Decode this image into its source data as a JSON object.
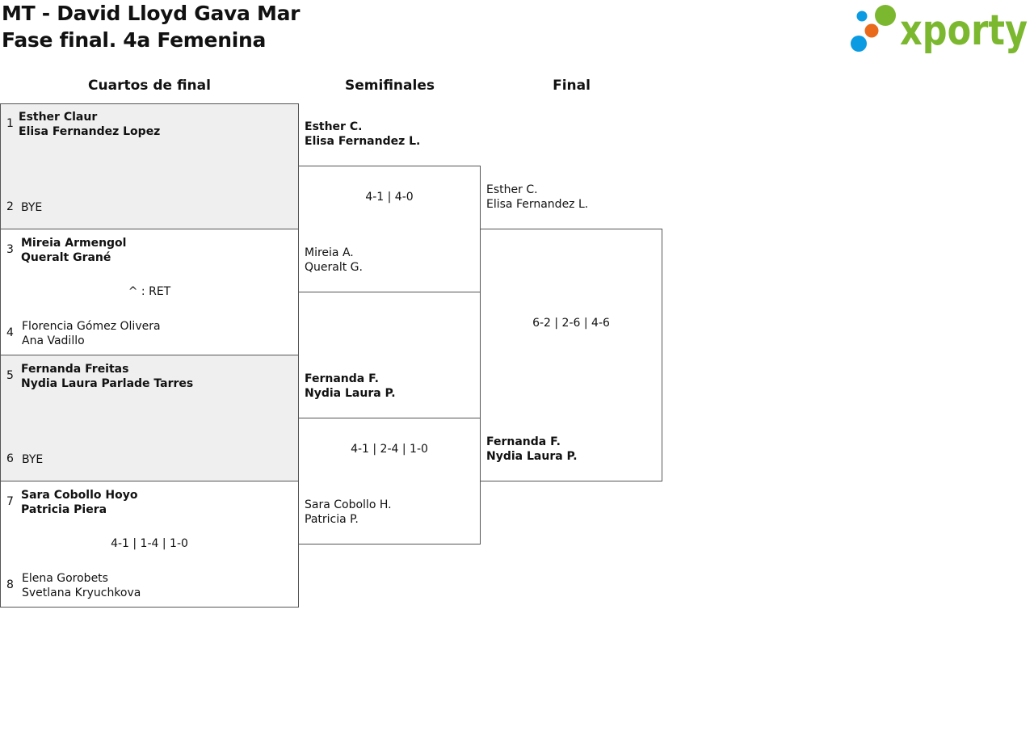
{
  "header": {
    "title_line1": "MT - David Lloyd Gava Mar",
    "title_line2": "Fase final. 4a Femenina",
    "logo_text": "xporty"
  },
  "colors": {
    "logo_green": "#7cb82f",
    "logo_blue": "#0b9be3",
    "logo_orange": "#e86a1a",
    "bye_shade": "#efefef",
    "border": "#555555"
  },
  "rounds": {
    "quarterfinals": "Cuartos de final",
    "semifinals": "Semifinales",
    "final": "Final"
  },
  "quarterfinals": [
    {
      "seed_a": "1",
      "team_a": [
        "Esther Claur",
        "Elisa Fernandez Lopez"
      ],
      "seed_b": "2",
      "team_b": [
        "BYE"
      ],
      "score": ""
    },
    {
      "seed_a": "3",
      "team_a": [
        "Mireia Armengol",
        "Queralt Grané"
      ],
      "seed_b": "4",
      "team_b": [
        "Florencia Gómez Olivera",
        "Ana Vadillo"
      ],
      "score": "^ : RET"
    },
    {
      "seed_a": "5",
      "team_a": [
        "Fernanda Freitas",
        "Nydia Laura Parlade Tarres"
      ],
      "seed_b": "6",
      "team_b": [
        "BYE"
      ],
      "score": ""
    },
    {
      "seed_a": "7",
      "team_a": [
        "Sara Cobollo Hoyo",
        "Patricia Piera"
      ],
      "seed_b": "8",
      "team_b": [
        "Elena Gorobets",
        "Svetlana Kryuchkova"
      ],
      "score": "4-1 | 1-4 | 1-0"
    }
  ],
  "semifinals": [
    {
      "team_a": [
        "Esther C.",
        "Elisa Fernandez L."
      ],
      "team_b": [
        "Mireia A.",
        "Queralt G."
      ],
      "score": "4-1 | 4-0"
    },
    {
      "team_a": [
        "Fernanda F.",
        "Nydia Laura P."
      ],
      "team_b": [
        "Sara Cobollo H.",
        "Patricia P."
      ],
      "score": "4-1 | 2-4 | 1-0"
    }
  ],
  "final": {
    "team_a": [
      "Esther C.",
      "Elisa Fernandez L."
    ],
    "team_b": [
      "Fernanda F.",
      "Nydia Laura P."
    ],
    "score": "6-2 | 2-6 | 4-6"
  }
}
